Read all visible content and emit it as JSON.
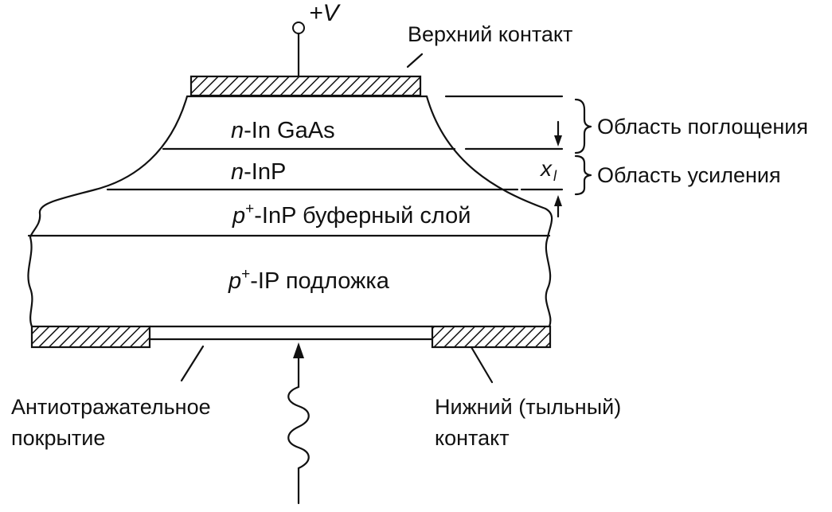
{
  "labels": {
    "voltage": "+V",
    "top_contact": "Верхний контакт",
    "layer_ingaas_prefix": "n",
    "layer_ingaas_rest": "-In GaAs",
    "layer_inp_prefix": "n",
    "layer_inp_rest": "-InP",
    "buffer_prefix": "p",
    "buffer_sup": "+",
    "buffer_rest": "-InP буферный слой",
    "substrate_prefix": "p",
    "substrate_sup": "+",
    "substrate_rest": "-IP подложка",
    "absorption_region": "Область поглощения",
    "amplification_region": "Область усиления",
    "xl_symbol": "x",
    "xl_subscript": "l",
    "antireflection_line1": "Антиотражательное",
    "antireflection_line2": "покрытие",
    "bottom_contact_line1": "Нижний (тыльный)",
    "bottom_contact_line2": "контакт"
  }
}
